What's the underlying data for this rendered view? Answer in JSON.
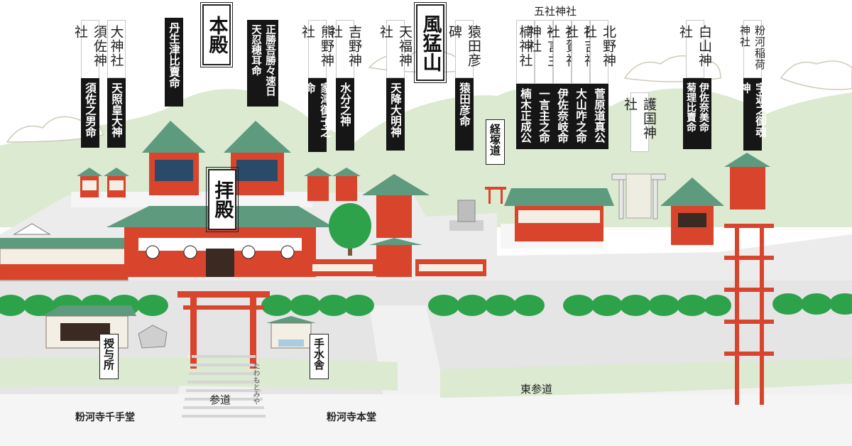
{
  "shrines": [
    {
      "id": "susa",
      "name": "須佐神社",
      "deity": "須佐之男命"
    },
    {
      "id": "daijingu",
      "name": "大神社",
      "deity": "天照皇大神"
    },
    {
      "id": "honden-1",
      "deity": "丹生津比賣命"
    },
    {
      "id": "honden-2",
      "deity": "正勝吾勝々速日天忍穂耳命"
    },
    {
      "id": "kumano",
      "name": "熊野神社",
      "deity": "家津御子之命"
    },
    {
      "id": "yoshino",
      "name": "吉野神社",
      "deity": "水分之神"
    },
    {
      "id": "tenpuku",
      "name": "天福神社",
      "deity": "天降大明神"
    },
    {
      "id": "sarutahiko",
      "name": "猿田彦碑",
      "deity": "猿田彦命"
    },
    {
      "id": "kusunoki",
      "name": "楠神社",
      "deity": "楠木正成公"
    },
    {
      "id": "hitokoto",
      "name": "一言主神社",
      "deity": "一言主之命"
    },
    {
      "id": "taga",
      "name": "多賀神社",
      "deity": "伊佐奈岐命"
    },
    {
      "id": "hiyoshi",
      "name": "日吉神社",
      "deity": "大山咋之命"
    },
    {
      "id": "kitano",
      "name": "北野神社",
      "deity": "菅原道真公"
    },
    {
      "id": "hakusan",
      "name": "白山神社",
      "deity": "伊佐奈美命 菊理比賣命"
    },
    {
      "id": "inari",
      "name": "粉河稲荷神社",
      "deity": "宇迦之御魂神"
    }
  ],
  "buildings": {
    "honden": "本殿",
    "haiden": "拝殿",
    "fumouzan": "風猛山",
    "gokoku": "護国神社",
    "kyozuka": "経塚道",
    "juyosho": "授与所",
    "temizusha": "手水舎"
  },
  "group_label": "五社神社",
  "paths": {
    "sando": "参道",
    "higashi_sando": "東参道",
    "senju": "粉河寺千手堂",
    "hondo": "粉河寺本堂"
  },
  "torii_plaque": "たわもとみや",
  "colors": {
    "hill": "#dbead0",
    "ground": "#e5e5e5",
    "path": "#f1f1f1",
    "hedge": "#2ea24a",
    "roof": "#5e9a7e",
    "vermilion": "#d9442d"
  }
}
